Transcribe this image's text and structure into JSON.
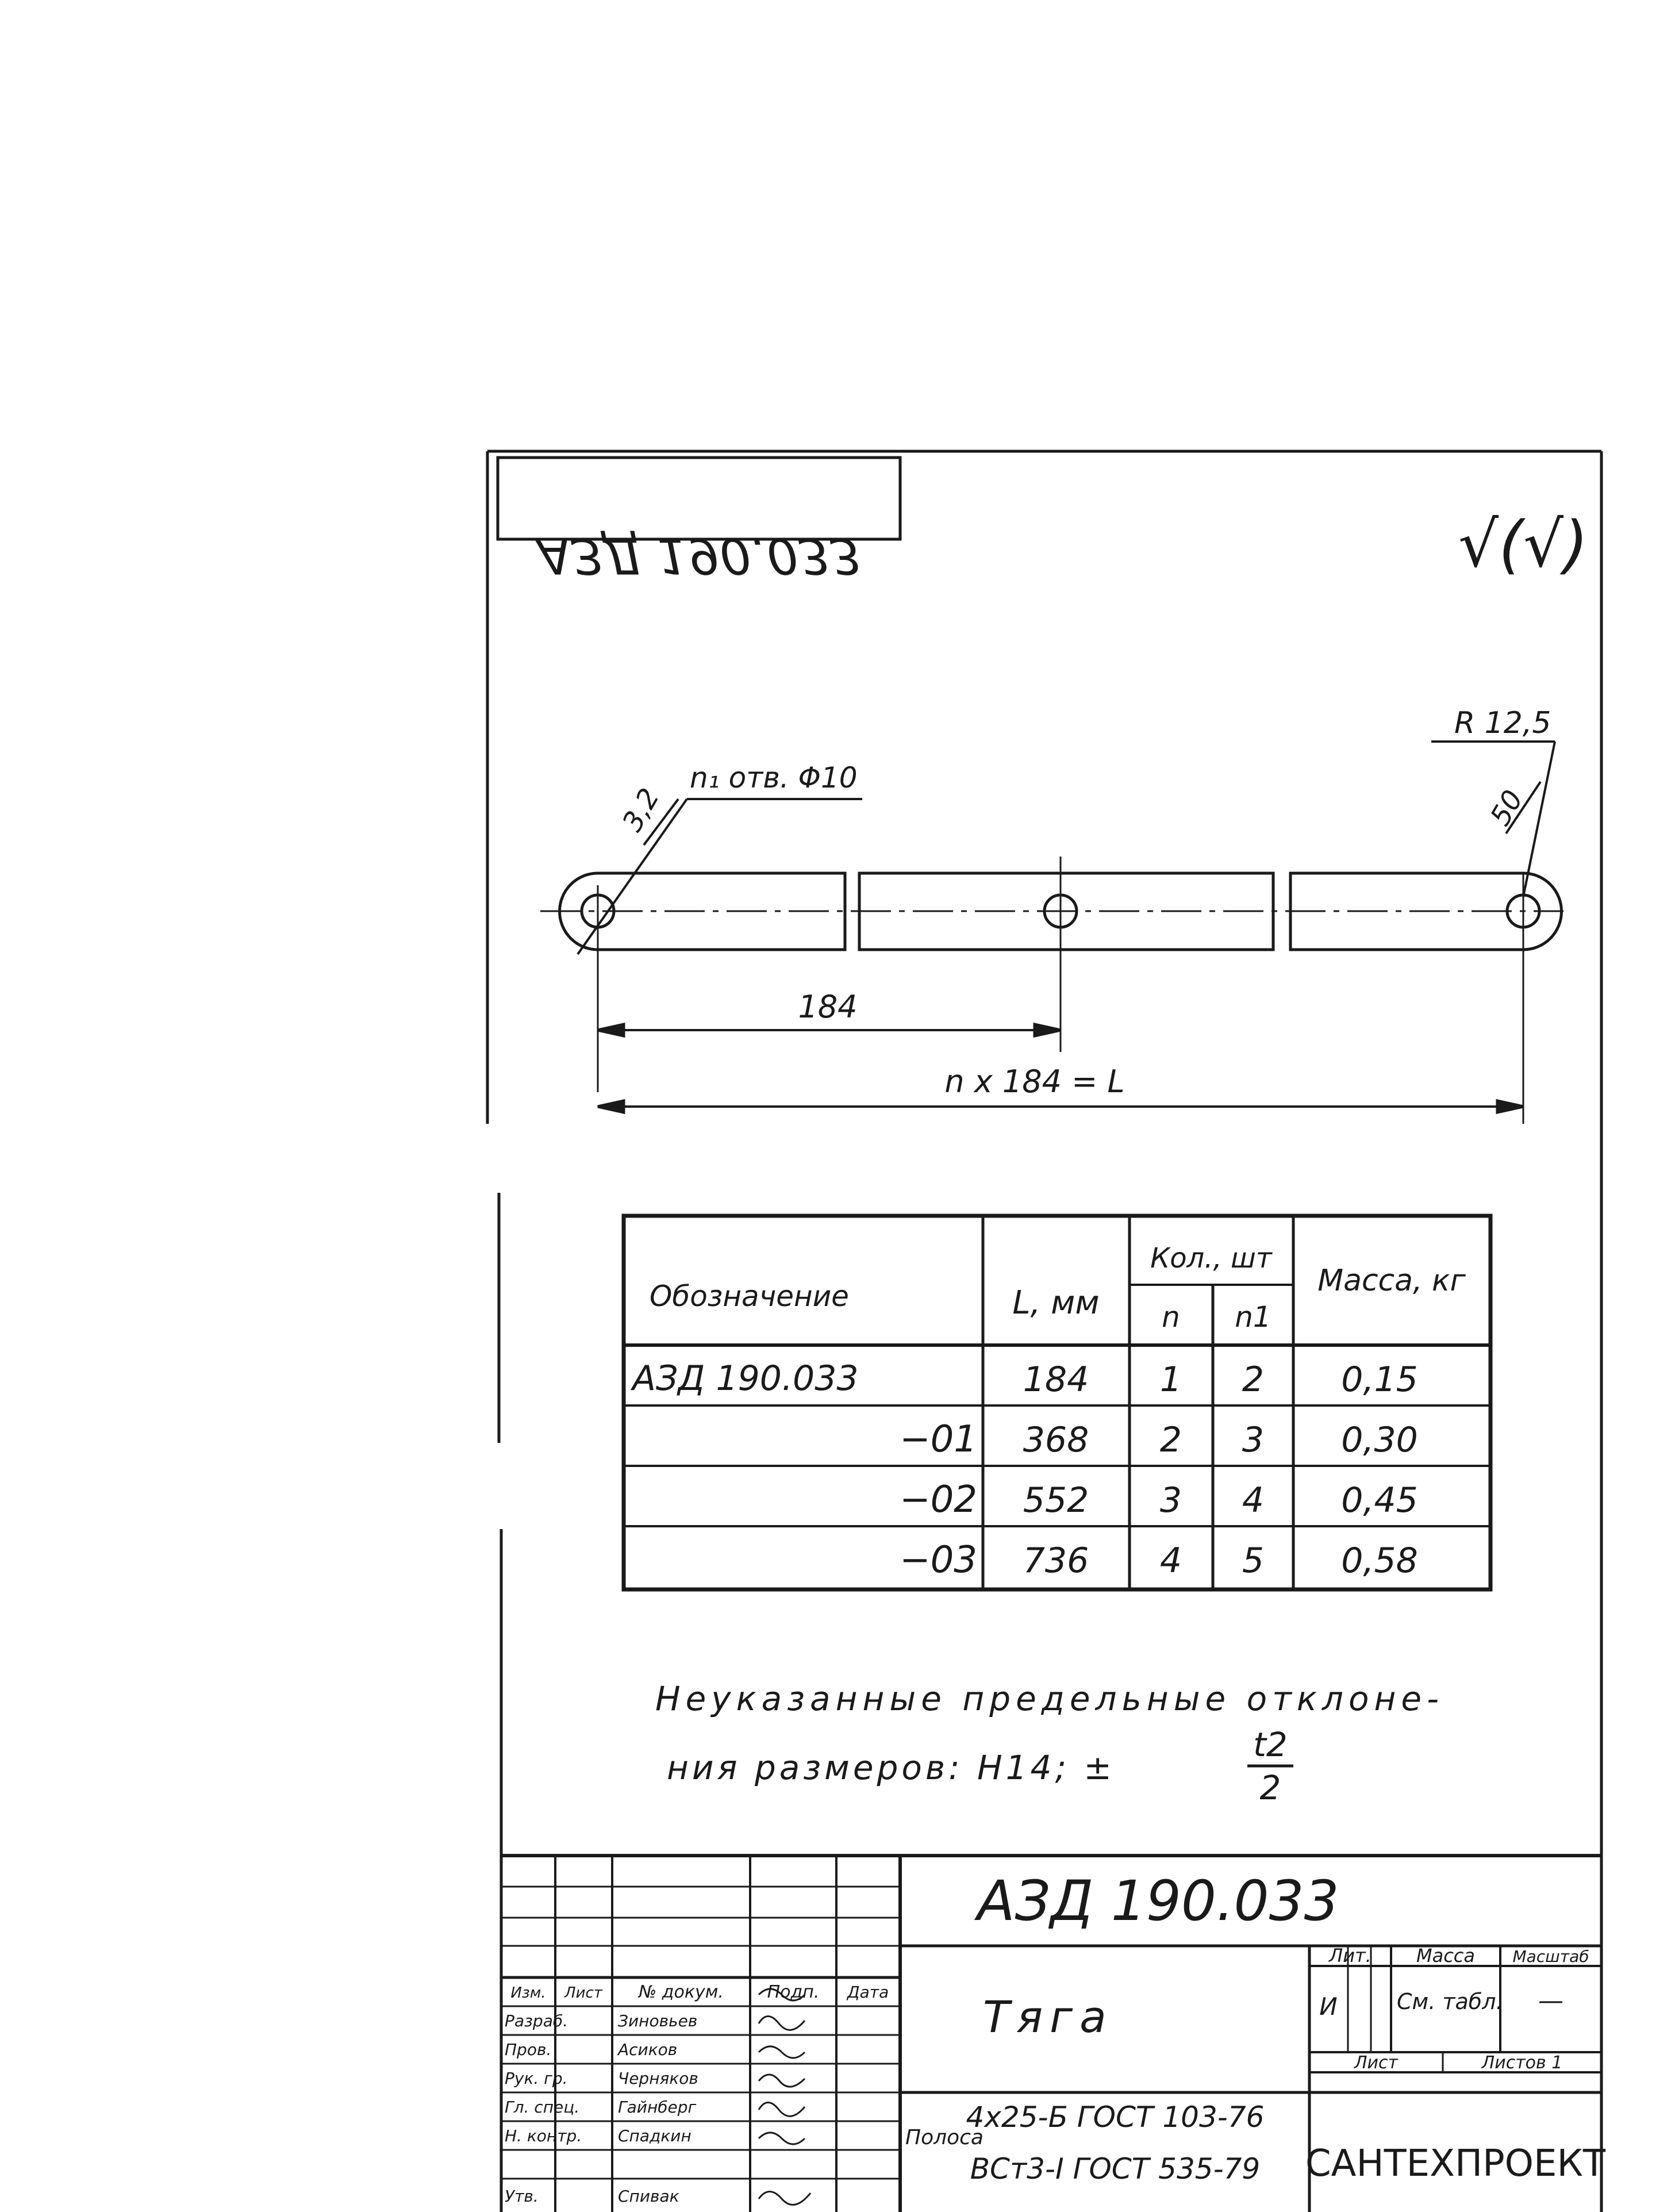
{
  "ink_color": "#1a1a1a",
  "paper_color": "#ffffff",
  "drawing_code_mirrored": "АЗД 190.033",
  "roughness_symbol": "√(√)",
  "part": {
    "hole_callout": "n₁ отв. Φ10",
    "roughness_left": "3,2",
    "roughness_right": "50",
    "radius": "R 12,5",
    "dim_pitch": "184",
    "dim_total": "n x 184 = L"
  },
  "table": {
    "headers": {
      "designation": "Обозначение",
      "length": "L, мм",
      "qty": "Кол., шт",
      "qty_n": "n",
      "qty_n1": "n1",
      "mass": "Масса, кг"
    },
    "rows": [
      {
        "designation": "АЗД 190.033",
        "length": "184",
        "n": "1",
        "n1": "2",
        "mass": "0,15"
      },
      {
        "designation": "−01",
        "length": "368",
        "n": "2",
        "n1": "3",
        "mass": "0,30"
      },
      {
        "designation": "−02",
        "length": "552",
        "n": "3",
        "n1": "4",
        "mass": "0,45"
      },
      {
        "designation": "−03",
        "length": "736",
        "n": "4",
        "n1": "5",
        "mass": "0,58"
      }
    ]
  },
  "note": {
    "line1": "Неуказанные предельные отклоне-",
    "line2": "ния размеров:  H14;  ±",
    "frac_num": "t2",
    "frac_den": "2"
  },
  "title_block": {
    "code": "АЗД 190.033",
    "name": "Тяга",
    "material_prefix": "Полоса",
    "material_line1": "4x25-Б ГОСТ 103-76",
    "material_line2": "ВСт3-I ГОСТ 535-79",
    "lit_label": "Лит.",
    "mass_label": "Масса",
    "scale_label": "Масштаб",
    "lit_value": "И",
    "mass_value": "См. табл.",
    "scale_value": "—",
    "sheet_label": "Лист",
    "sheets_label": "Листов 1",
    "org": "САНТЕХПРОЕКТ",
    "header_cells": [
      "Изм.",
      "Лист",
      "№ докум.",
      "Подп.",
      "Дата"
    ],
    "signatures": [
      {
        "role": "Разраб.",
        "name": "Зиновьев"
      },
      {
        "role": "Пров.",
        "name": "Асиков"
      },
      {
        "role": "Рук. гр.",
        "name": "Черняков"
      },
      {
        "role": "Гл. спец.",
        "name": "Гайнберг"
      },
      {
        "role": "Н. контр.",
        "name": "Спадкин"
      },
      {
        "role": "Утв.",
        "name": "Спивак"
      }
    ]
  }
}
